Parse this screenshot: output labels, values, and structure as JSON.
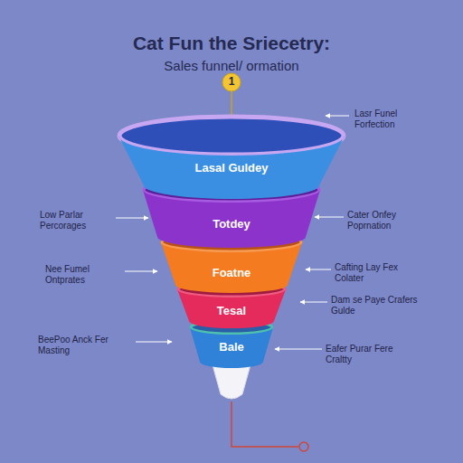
{
  "diagram": {
    "title": "Cat Fun the Sriecetry:",
    "caption": "Sales funnel/ ormation",
    "nodes": [
      {
        "text": [
          "Lasal Guldey"
        ]
      },
      {
        "text": [
          "Totdey"
        ]
      },
      {
        "text": [
          "Foatne"
        ]
      },
      {
        "text": [
          "Tesal"
        ]
      },
      {
        "text": [
          "Bale"
        ]
      }
    ],
    "labels": [
      "1",
      "Lasr Funel Forfection",
      "Low Parlar Percorages",
      "Cater Onfey Poprnation",
      "Nee Fumel Ontprates",
      "Cafting Lay Fex Colater",
      "Dam se Paye Crafers Gulde",
      "BeePoo Anck Fer Masting",
      "Eafer Purar Fere Craltty"
    ]
  }
}
